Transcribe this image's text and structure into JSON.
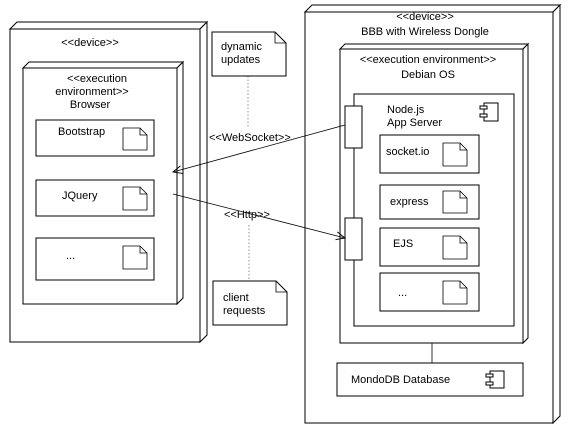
{
  "client_device": {
    "stereotype": "<<device>>",
    "exec_env": {
      "stereotype_line1": "<<execution",
      "stereotype_line2": "environment>>",
      "name": "Browser",
      "artifacts": [
        "Bootstrap",
        "JQuery",
        "..."
      ]
    }
  },
  "server_device": {
    "stereotype": "<<device>>",
    "name": "BBB with Wireless Dongle",
    "exec_env": {
      "stereotype": "<<execution environment>>",
      "name": "Debian OS",
      "component": {
        "name_line1": "Node.js",
        "name_line2": "App Server",
        "artifacts": [
          "socket.io",
          "express",
          "EJS",
          "..."
        ]
      }
    },
    "database": {
      "name": "MondoDB  Database"
    }
  },
  "connections": {
    "websocket_label": "<<WebSocket>>",
    "http_label": "<<Http>>"
  },
  "notes": {
    "updates_line1": "dynamic",
    "updates_line2": "updates",
    "requests_line1": "client",
    "requests_line2": "requests"
  }
}
